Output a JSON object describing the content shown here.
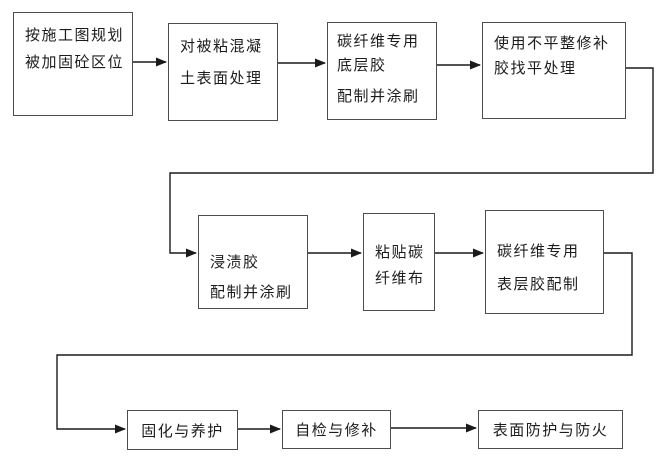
{
  "nodes": [
    {
      "id": "plan-region",
      "lines": [
        "按施工图规划",
        "被加固砼区位"
      ]
    },
    {
      "id": "surface-treatment",
      "lines": [
        "对被粘混凝",
        "土表面处理"
      ]
    },
    {
      "id": "primer-coat",
      "lines": [
        "碳纤维专用",
        "底层胶",
        "配制并涂刷"
      ]
    },
    {
      "id": "leveling-repair",
      "lines": [
        "使用不平整修补",
        "胶找平处理"
      ]
    },
    {
      "id": "impregnation-glue",
      "lines": [
        "浸渍胶",
        "配制并涂刷"
      ]
    },
    {
      "id": "paste-cfrp-sheet",
      "lines": [
        "粘贴碳",
        "纤维布"
      ]
    },
    {
      "id": "top-coat",
      "lines": [
        "碳纤维专用",
        "表层胶配制"
      ]
    },
    {
      "id": "curing",
      "lines": [
        "固化与养护"
      ]
    },
    {
      "id": "self-inspection",
      "lines": [
        "自检与修补"
      ]
    },
    {
      "id": "surface-protection",
      "lines": [
        "表面防护与防火"
      ]
    }
  ],
  "edges": [
    {
      "from": "plan-region",
      "to": "surface-treatment"
    },
    {
      "from": "surface-treatment",
      "to": "primer-coat"
    },
    {
      "from": "primer-coat",
      "to": "leveling-repair"
    },
    {
      "from": "leveling-repair",
      "to": "impregnation-glue"
    },
    {
      "from": "impregnation-glue",
      "to": "paste-cfrp-sheet"
    },
    {
      "from": "paste-cfrp-sheet",
      "to": "top-coat"
    },
    {
      "from": "top-coat",
      "to": "curing"
    },
    {
      "from": "curing",
      "to": "self-inspection"
    },
    {
      "from": "self-inspection",
      "to": "surface-protection"
    }
  ],
  "colors": {
    "background": "#ffffff",
    "box_border": "#4d4d4d",
    "connector": "#1a1a1a",
    "text": "#1c1c1c"
  }
}
